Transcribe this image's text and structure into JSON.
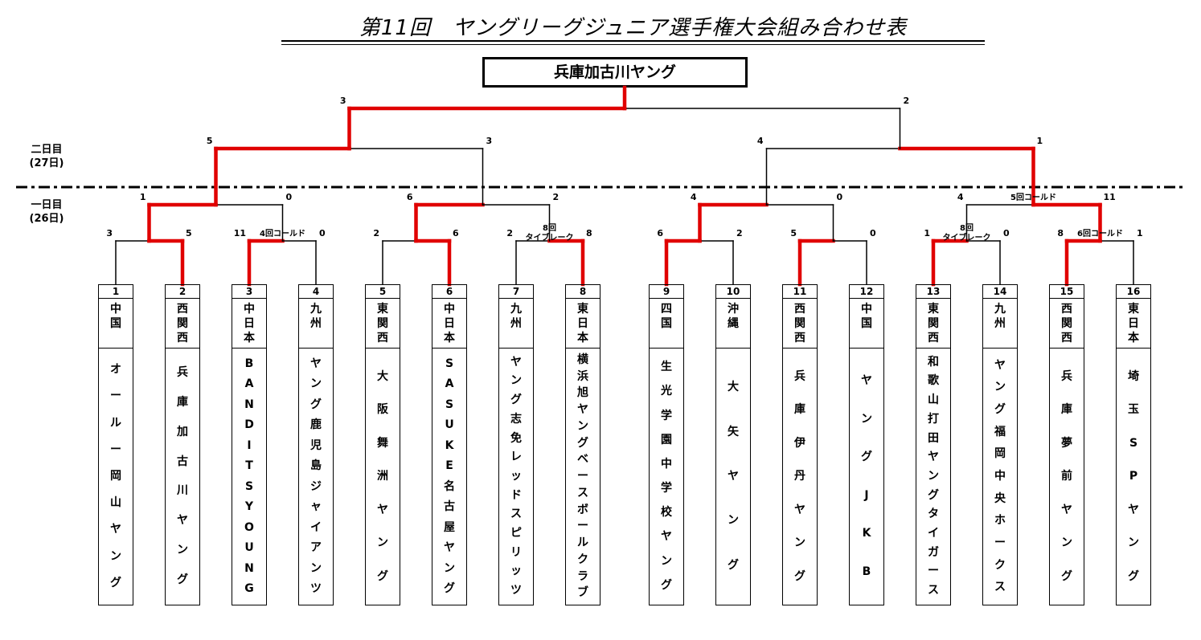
{
  "title": "第11回　ヤングリーグジュニア選手権大会組み合わせ表",
  "champion": "兵庫加古川ヤング",
  "day_labels": {
    "day2": "二日目",
    "day2_date": "(27日)",
    "day1": "一日目",
    "day1_date": "(26日)"
  },
  "teams": [
    {
      "num": "1",
      "region": "中\n国",
      "name": "オールー岡山ヤング"
    },
    {
      "num": "2",
      "region": "西\n関\n西",
      "name": "兵庫加古川ヤング"
    },
    {
      "num": "3",
      "region": "中\n日\n本",
      "name": "BANDITS YOUNG"
    },
    {
      "num": "4",
      "region": "九\n州",
      "name": "ヤング鹿児島ジャイアンツ"
    },
    {
      "num": "5",
      "region": "東\n関\n西",
      "name": "大阪舞洲ヤング"
    },
    {
      "num": "6",
      "region": "中\n日\n本",
      "name": "SASUKE名古屋ヤング"
    },
    {
      "num": "7",
      "region": "九\n州",
      "name": "ヤング志免レッドスピリッツ"
    },
    {
      "num": "8",
      "region": "東\n日\n本",
      "name": "横浜旭ヤングベースボールクラブ"
    },
    {
      "num": "9",
      "region": "四\n国",
      "name": "生光学園中学校ヤング"
    },
    {
      "num": "10",
      "region": "沖\n縄",
      "name": "大矢ヤング"
    },
    {
      "num": "11",
      "region": "西\n関\n西",
      "name": "兵庫伊丹ヤング"
    },
    {
      "num": "12",
      "region": "中\n国",
      "name": "ヤングJKB"
    },
    {
      "num": "13",
      "region": "東\n関\n西",
      "name": "和歌山打田ヤングタイガース"
    },
    {
      "num": "14",
      "region": "九\n州",
      "name": "ヤング福岡中央ホークス"
    },
    {
      "num": "15",
      "region": "西\n関\n西",
      "name": "兵庫夢前ヤング"
    },
    {
      "num": "16",
      "region": "東\n日\n本",
      "name": "埼玉SPヤング"
    }
  ],
  "round1": [
    {
      "left": "3",
      "right": "5",
      "winner": "right",
      "note": ""
    },
    {
      "left": "11",
      "right": "0",
      "winner": "left",
      "note": "4回コールド"
    },
    {
      "left": "2",
      "right": "6",
      "winner": "right",
      "note": ""
    },
    {
      "left": "2",
      "right": "8",
      "winner": "right",
      "note": "8回\nタイブレーク"
    },
    {
      "left": "6",
      "right": "2",
      "winner": "left",
      "note": ""
    },
    {
      "left": "5",
      "right": "0",
      "winner": "left",
      "note": ""
    },
    {
      "left": "1",
      "right": "0",
      "winner": "left",
      "note": "8回\nタイブレーク"
    },
    {
      "left": "8",
      "right": "1",
      "winner": "left",
      "note": "6回コールド"
    }
  ],
  "round2": [
    {
      "left": "1",
      "right": "0",
      "winner": "left",
      "note": ""
    },
    {
      "left": "6",
      "right": "2",
      "winner": "left",
      "note": ""
    },
    {
      "left": "4",
      "right": "0",
      "winner": "left",
      "note": ""
    },
    {
      "left": "4",
      "right": "11",
      "winner": "right",
      "note": "5回コールド"
    }
  ],
  "round3": [
    {
      "left": "5",
      "right": "3",
      "winner": "left",
      "note": ""
    },
    {
      "left": "4",
      "right": "1",
      "winner": "right",
      "note": ""
    }
  ],
  "final": {
    "left": "3",
    "right": "2",
    "winner": "left",
    "note": ""
  },
  "colors": {
    "win": "#e00000",
    "line": "#000000"
  }
}
